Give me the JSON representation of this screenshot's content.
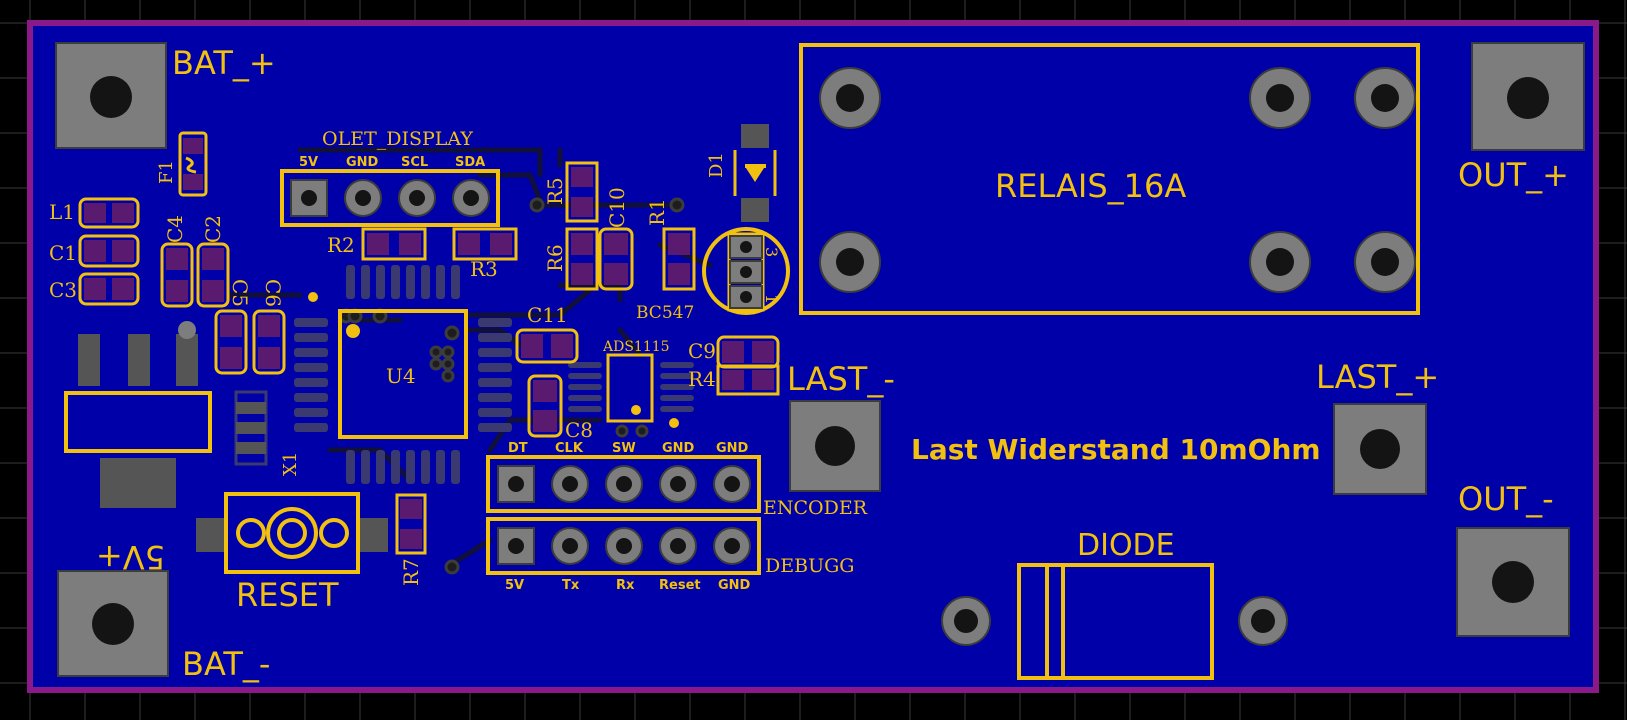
{
  "colors": {
    "background": "#000000",
    "grid": "#3a3a3a",
    "board": "#0000a8",
    "outline": "#8a1a8a",
    "silkscreen": "#f2c10f",
    "copper_pad": "#7d7d7d",
    "smd_pad": "#5a1a70",
    "trace": "#0f0f2e",
    "drill": "#141414"
  },
  "board": {
    "labels": {
      "bat_plus": "BAT_+",
      "bat_minus": "BAT_-",
      "five_v": "5V+",
      "out_plus": "OUT_+",
      "out_minus": "OUT_-",
      "last_minus": "LAST_-",
      "last_plus": "LAST_+",
      "relay": "RELAIS_16A",
      "diode": "DIODE",
      "reset": "RESET",
      "last_resistor": "Last Widerstand 10mOhm"
    },
    "designators": {
      "f1": "F1",
      "l1": "L1",
      "c1": "C1",
      "c2": "C2",
      "c3": "C3",
      "c4": "C4",
      "c5": "C5",
      "c6": "C6",
      "c8": "C8",
      "c9": "C9",
      "c10": "C10",
      "c11": "C11",
      "r1": "R1",
      "r2": "R2",
      "r3": "R3",
      "r4": "R4",
      "r5": "R5",
      "r6": "R6",
      "r7": "R7",
      "d1": "D1",
      "u4": "U4",
      "x1": "X1",
      "bc547": "BC547",
      "ads1115": "ADS1115",
      "transistor_pin3": "3",
      "transistor_pin1": "1"
    },
    "olet_display": {
      "title": "OLET_DISPLAY",
      "pins": [
        "5V",
        "GND",
        "SCL",
        "SDA"
      ]
    },
    "encoder": {
      "title": "ENCODER",
      "pins": [
        "DT",
        "CLK",
        "SW",
        "GND",
        "GND"
      ]
    },
    "debugg": {
      "title": "DEBUGG",
      "pins": [
        "5V",
        "Tx",
        "Rx",
        "Reset",
        "GND"
      ]
    }
  }
}
